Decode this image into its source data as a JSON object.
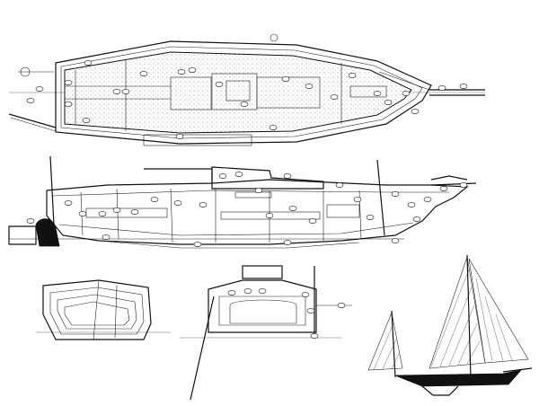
{
  "drawing": {
    "views": [
      "deck-plan",
      "profile",
      "section-stern",
      "section-midship",
      "sail-plan"
    ],
    "callout_count_plan": 30,
    "callout_count_profile": 36,
    "colors": {
      "ink": "#111111",
      "paper": "#ffffff"
    }
  }
}
